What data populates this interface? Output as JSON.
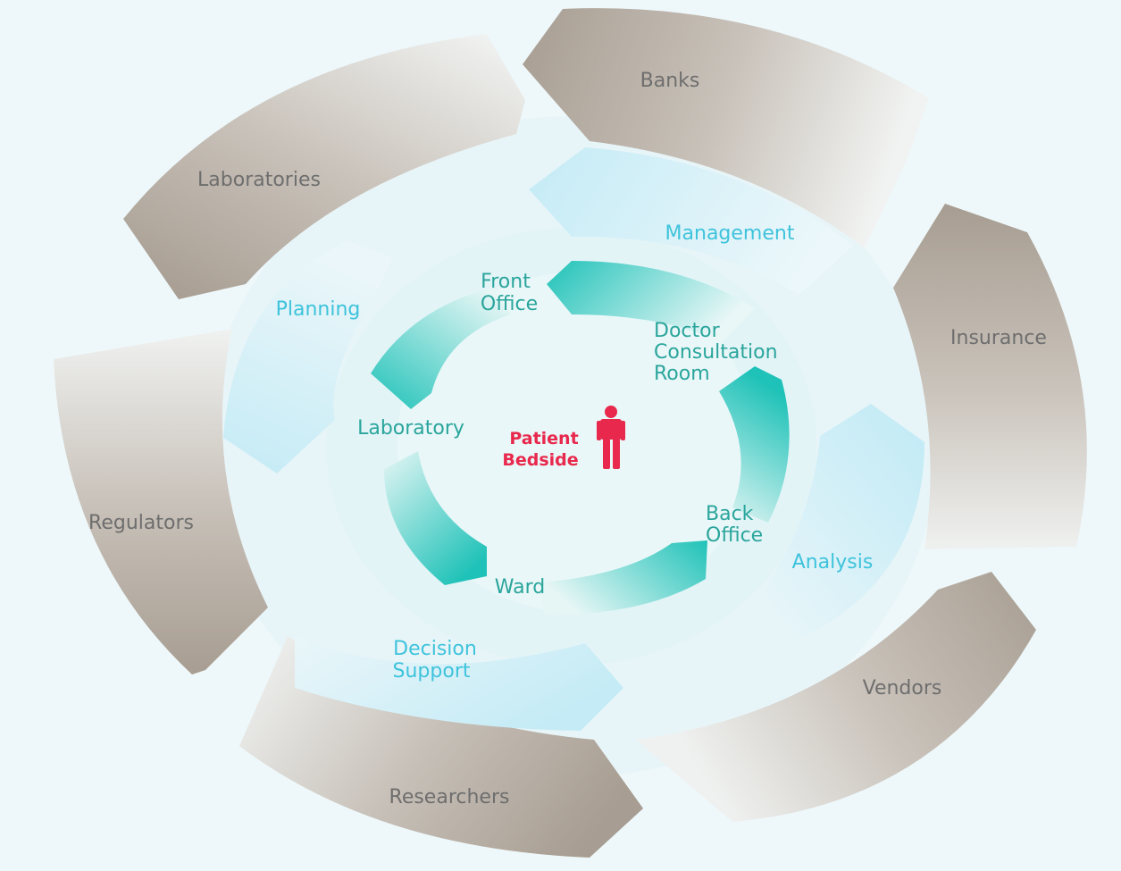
{
  "diagram": {
    "outer_ring": [
      {
        "id": "banks",
        "label": "Banks"
      },
      {
        "id": "laboratories",
        "label": "Laboratories"
      },
      {
        "id": "insurance",
        "label": "Insurance"
      },
      {
        "id": "regulators",
        "label": "Regulators"
      },
      {
        "id": "vendors",
        "label": "Vendors"
      },
      {
        "id": "researchers",
        "label": "Researchers"
      }
    ],
    "middle_ring": [
      {
        "id": "management",
        "label": "Management"
      },
      {
        "id": "planning",
        "label": "Planning"
      },
      {
        "id": "analysis",
        "label": "Analysis"
      },
      {
        "id": "decision-support",
        "lines": [
          "Decision",
          "Support"
        ]
      }
    ],
    "inner_cycle": [
      {
        "id": "front-office",
        "lines": [
          "Front",
          "Office"
        ]
      },
      {
        "id": "doctor-consultation-room",
        "lines": [
          "Doctor",
          "Consultation",
          "Room"
        ]
      },
      {
        "id": "back-office",
        "lines": [
          "Back",
          "Office"
        ]
      },
      {
        "id": "ward",
        "lines": [
          "Ward"
        ]
      },
      {
        "id": "laboratory",
        "lines": [
          "Laboratory"
        ]
      }
    ],
    "center": {
      "lines": [
        "Patient",
        "Bedside"
      ],
      "icon": "person-icon"
    },
    "colors": {
      "background": "#eef8fa",
      "outer_segment": "#a79d92",
      "middle_segment": "#cdeef7",
      "inner_arrow": "#1fc2b8",
      "middle_text": "#3ec3dc",
      "inner_text": "#2aa59c",
      "center_text": "#e8284c",
      "outer_text": "#6e6e6e"
    }
  }
}
